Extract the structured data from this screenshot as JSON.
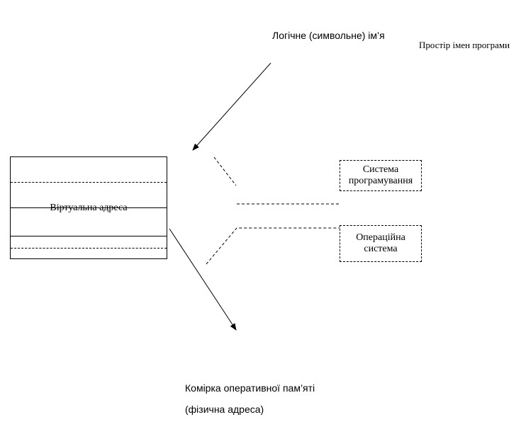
{
  "labels": {
    "logical_name": "Логічне (символьне) ім’я",
    "namespace": "Простір імен програми",
    "memory_cell": "Комірка оперативної пам’яті",
    "physical_address": "(фізична адреса)"
  },
  "virtual_address_table": {
    "label": "Віртуальна адреса"
  },
  "boxes": {
    "programming_system": "Система\nпрограмування",
    "operating_system": "Операційна\nсистема"
  },
  "colors": {
    "line": "#000000",
    "background": "#ffffff"
  }
}
